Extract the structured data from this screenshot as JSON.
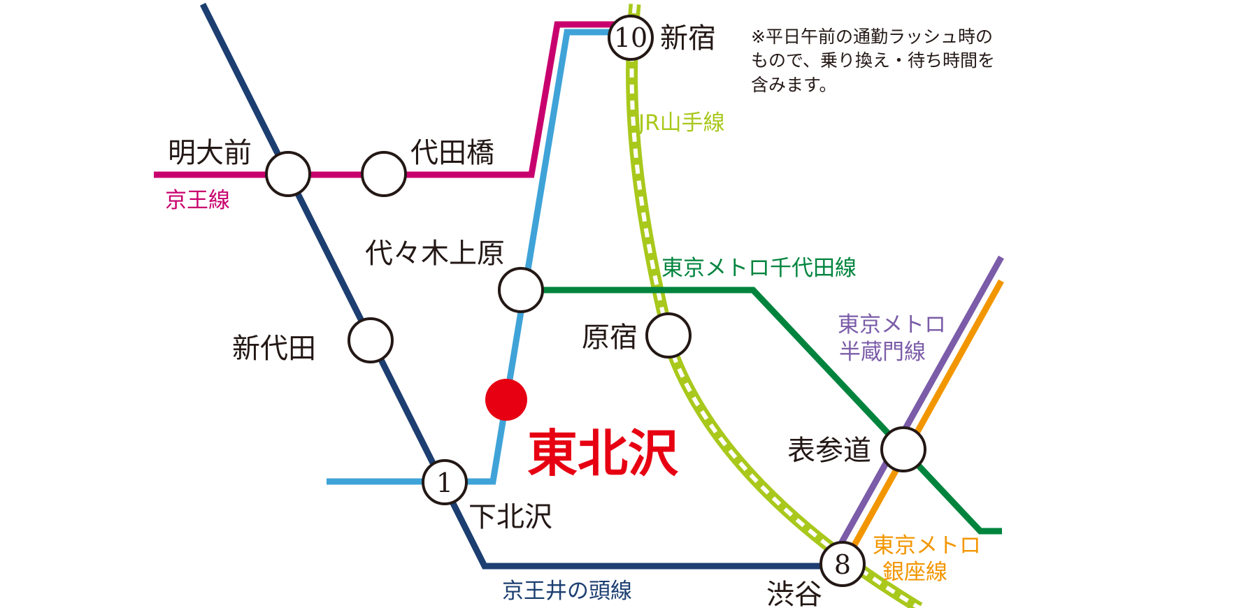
{
  "colors": {
    "keio": "#c8006e",
    "inokashira": "#1c3e71",
    "odakyu_line": "#3fa3d8",
    "yamanote": "#a8c81c",
    "chiyoda": "#00843d",
    "hanzomon": "#7b5ca8",
    "ginza": "#f29600",
    "accent": "#e60012",
    "text": "#231815"
  },
  "stations": {
    "shinjuku": {
      "name": "新宿",
      "minutes": "10"
    },
    "meidaimae": {
      "name": "明大前"
    },
    "daitabashi": {
      "name": "代田橋"
    },
    "yoyogiuehara": {
      "name": "代々木上原"
    },
    "harajuku": {
      "name": "原宿"
    },
    "shindaita": {
      "name": "新代田"
    },
    "shimokitazawa": {
      "name": "下北沢",
      "minutes": "1"
    },
    "omotesando": {
      "name": "表参道"
    },
    "shibuya": {
      "name": "渋谷",
      "minutes": "8"
    },
    "higashikitazawa": {
      "name": "東北沢"
    }
  },
  "lines": {
    "keio": "京王線",
    "yamanote": "JR山手線",
    "chiyoda": "東京メトロ千代田線",
    "hanzomon_1": "東京メトロ",
    "hanzomon_2": "半蔵門線",
    "ginza_1": "東京メトロ",
    "ginza_2": "銀座線",
    "inokashira": "京王井の頭線"
  },
  "note": [
    "※平日午前の通勤ラッシュ時の",
    "もので、乗り換え・待ち時間を",
    "含みます。"
  ]
}
